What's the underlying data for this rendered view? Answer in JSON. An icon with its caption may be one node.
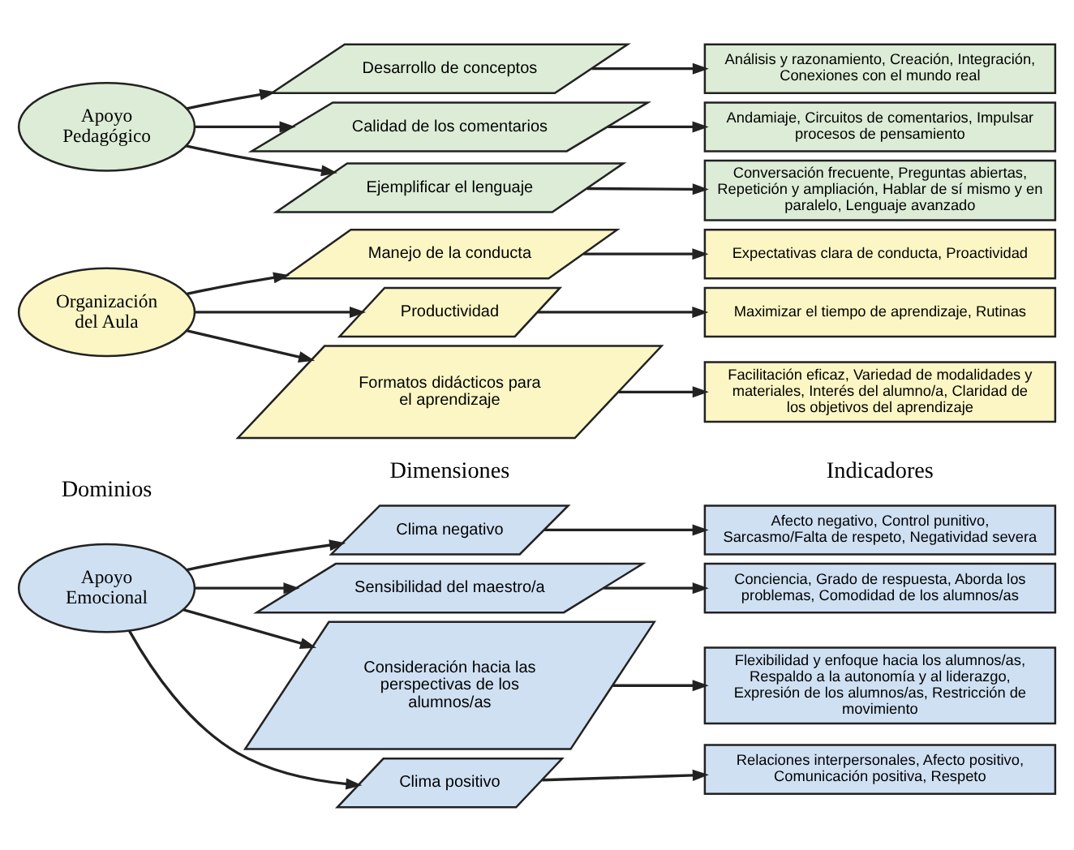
{
  "diagram": {
    "nodes": [
      {
        "text": [
          "Apoyo Emocional"
        ]
      },
      {
        "text": [
          "Organización del Aula"
        ]
      },
      {
        "text": [
          "Apoyo Pedagógico"
        ]
      },
      {
        "text": [
          "Clima positivo"
        ]
      },
      {
        "text": [
          "Clima negativo"
        ]
      },
      {
        "text": [
          "Sensibilidad del maestro/a"
        ]
      },
      {
        "text": [
          "Consideración hacia las perspectivas de los alumnos/as"
        ]
      },
      {
        "text": [
          "Manejo de la conducta"
        ]
      },
      {
        "text": [
          "Productividad"
        ]
      },
      {
        "text": [
          "Formatos didácticos para el aprendizaje"
        ]
      },
      {
        "text": [
          "Desarrollo de conceptos"
        ]
      },
      {
        "text": [
          "Calidad de los comentarios"
        ]
      },
      {
        "text": [
          "Ejemplificar el lenguaje"
        ]
      },
      {
        "text": [
          "Relaciones interpersonales, Afecto positivo, Comunicación positiva, Respeto"
        ]
      },
      {
        "text": [
          "Afecto negativo, Control punitivo, Sarcasmo/Falta de respeto, Negatividad severa"
        ]
      },
      {
        "text": [
          "Conciencia, Grado de respuesta, Aborda los problemas, Comodidad de los alumnos/as"
        ]
      },
      {
        "text": [
          "Flexibilidad y enfoque hacia los alumnos/as, Respaldo a la autonomía y al liderazgo, Expresión de los alumnos/as, Restricción de movimiento"
        ]
      },
      {
        "text": [
          "Expectativas clara de conducta, Proactividad"
        ]
      },
      {
        "text": [
          "Maximizar el tiempo de aprendizaje, Rutinas"
        ]
      },
      {
        "text": [
          "Facilitación eficaz, Variedad de modalidades y materiales, Interés del alumno/a, Claridad de los objetivos del aprendizaje"
        ]
      },
      {
        "text": [
          "Análisis y razonamiento, Creación, Integración, Conexiones con el mundo real"
        ]
      },
      {
        "text": [
          "Andamiaje, Circuitos de comentarios, Impulsar procesos de pensamiento"
        ]
      },
      {
        "text": [
          "Conversación frecuente, Preguntas abiertas, Repetición y ampliación, Hablar de sí mismo y en paralelo, Lenguaje avanzado"
        ]
      }
    ],
    "edges": [
      {
        "from": 0,
        "to": 3,
        "arrow": "to"
      },
      {
        "from": 0,
        "to": 4,
        "arrow": "to"
      },
      {
        "from": 0,
        "to": 5,
        "arrow": "to"
      },
      {
        "from": 0,
        "to": 6,
        "arrow": "to"
      },
      {
        "from": 1,
        "to": 7,
        "arrow": "to"
      },
      {
        "from": 1,
        "to": 8,
        "arrow": "to"
      },
      {
        "from": 1,
        "to": 9,
        "arrow": "to"
      },
      {
        "from": 2,
        "to": 10,
        "arrow": "to"
      },
      {
        "from": 2,
        "to": 11,
        "arrow": "to"
      },
      {
        "from": 2,
        "to": 12,
        "arrow": "to"
      },
      {
        "from": 3,
        "to": 13,
        "arrow": "to"
      },
      {
        "from": 4,
        "to": 14,
        "arrow": "to"
      },
      {
        "from": 5,
        "to": 15,
        "arrow": "to"
      },
      {
        "from": 6,
        "to": 16,
        "arrow": "to"
      },
      {
        "from": 7,
        "to": 17,
        "arrow": "to"
      },
      {
        "from": 8,
        "to": 18,
        "arrow": "to"
      },
      {
        "from": 9,
        "to": 19,
        "arrow": "to"
      },
      {
        "from": 10,
        "to": 20,
        "arrow": "to"
      },
      {
        "from": 11,
        "to": 21,
        "arrow": "to"
      },
      {
        "from": 12,
        "to": 22,
        "arrow": "to"
      }
    ],
    "labels": [
      "Dominios",
      "Dimensiones",
      "Indicadores"
    ]
  }
}
